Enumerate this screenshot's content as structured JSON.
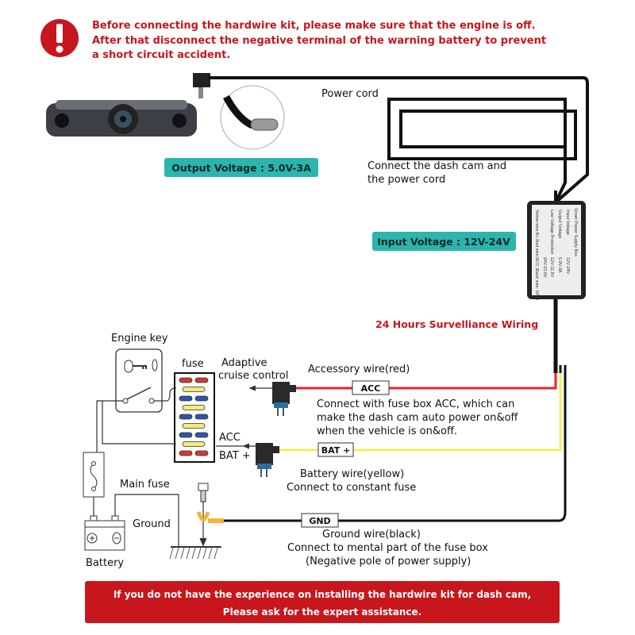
{
  "warning": {
    "icon": "exclamation-circle-icon",
    "lines": [
      "Before connecting the hardwire kit, please make sure that the engine is off.",
      "After that disconnect the negative terminal of the warning battery to prevent",
      "a short circuit accident."
    ]
  },
  "labels": {
    "power_cord": "Power cord",
    "output_voltage": "Output Voltage : 5.0V-3A",
    "connect_line1": "Connect the dash cam and",
    "connect_line2": "the power cord",
    "input_voltage": "Input Voltage : 12V-24V",
    "surveillance": "24 Hours Survelliance Wiring",
    "engine_key": "Engine key",
    "fuse": "fuse",
    "adaptive1": "Adaptive",
    "adaptive2": "cruise control",
    "acc_side": "ACC",
    "bat_side": "BAT +",
    "main_fuse": "Main fuse",
    "ground": "Ground",
    "battery": "Battery",
    "accessory_wire": "Accessory wire(red)",
    "acc_tag": "ACC",
    "acc_desc1": "Connect with fuse box ACC, which can",
    "acc_desc2": "make the dash cam auto power on&off",
    "acc_desc3": "when the vehicle is on&off.",
    "bat_tag": "BAT +",
    "bat_desc1": "Battery wire(yellow)",
    "bat_desc2": "Connect to constant fuse",
    "gnd_tag": "GND",
    "gnd_desc1": "Ground wire(black)",
    "gnd_desc2": "Connect to mental part of the fuse box",
    "gnd_desc3": "(Negative pole of power supply)"
  },
  "power_box": {
    "title": "Smart Power Supply Box",
    "rows": [
      {
        "k": "Input Voltage",
        "v": "12V-24V"
      },
      {
        "k": "Output Voltage",
        "v": "5.0V-3A"
      },
      {
        "k": "Low Voltage Protection",
        "v": "12V-11.8V"
      },
      {
        "k": "",
        "v": "24V-23.6V"
      }
    ],
    "footer": "Yellow wire:B+ Red wire:ACC Black wire: GND"
  },
  "footer": {
    "line1": "If you do not have the experience on installing the hardwire kit for dash cam,",
    "line2": "Please ask for the expert assistance."
  },
  "colors": {
    "warning_red": "#c8161d",
    "teal_badge": "#2bb5ad",
    "acc_wire": "#e8232a",
    "bat_wire": "#f7ef5a",
    "gnd_wire": "#111111",
    "footer_bg": "#c8161d"
  }
}
